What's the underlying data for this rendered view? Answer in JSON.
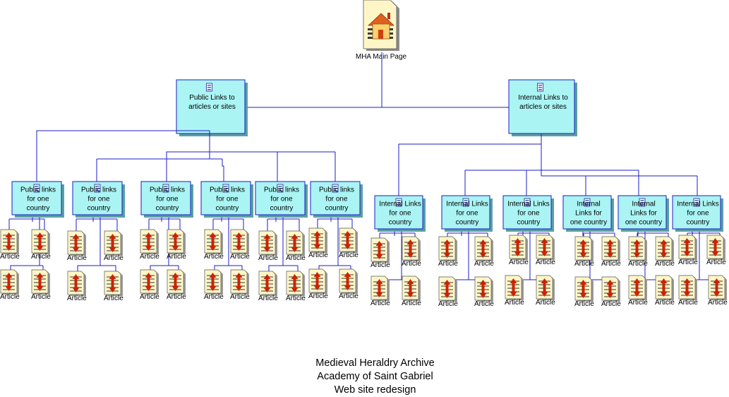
{
  "diagram": {
    "root": {
      "label": "MHA Main Page",
      "icon": "home-document-icon"
    },
    "branches": [
      {
        "lines": [
          "Public Links to",
          "articles or sites"
        ],
        "icon": "document-icon",
        "children": [
          {
            "lines": [
              "Public links",
              "for one",
              "country"
            ],
            "articles": [
              "Article",
              "Article",
              "Article",
              "Article"
            ]
          },
          {
            "lines": [
              "Public links",
              "for one",
              "country"
            ],
            "articles": [
              "Article",
              "Article",
              "Article",
              "Article"
            ]
          },
          {
            "lines": [
              "Public links",
              "for one",
              "country"
            ],
            "articles": [
              "Article",
              "Article",
              "Article",
              "Article"
            ]
          },
          {
            "lines": [
              "Public links",
              "for one",
              "country"
            ],
            "articles": [
              "Article",
              "Article",
              "Article",
              "Article"
            ]
          },
          {
            "lines": [
              "Public links",
              "for one",
              "country"
            ],
            "articles": [
              "Article",
              "Article",
              "Article",
              "Article"
            ]
          },
          {
            "lines": [
              "Public links",
              "for one",
              "country"
            ],
            "articles": [
              "Article",
              "Article",
              "Article",
              "Article"
            ]
          }
        ]
      },
      {
        "lines": [
          "Internal Links to",
          "articles or sites"
        ],
        "icon": "document-icon",
        "children": [
          {
            "lines": [
              "Internal Links",
              "for one",
              "country"
            ],
            "articles": [
              "Article",
              "Article",
              "Article",
              "Article"
            ]
          },
          {
            "lines": [
              "Internal Links",
              "for one",
              "country"
            ],
            "articles": [
              "Article",
              "Article",
              "Article",
              "Article"
            ]
          },
          {
            "lines": [
              "Internal Links",
              "for one",
              "country"
            ],
            "articles": [
              "Article",
              "Article",
              "Article",
              "Article"
            ]
          },
          {
            "lines": [
              "Internal",
              "Links for",
              "one country"
            ],
            "articles": [
              "Article",
              "Article",
              "Article",
              "Article"
            ]
          },
          {
            "lines": [
              "Internal",
              "Links for",
              "one country"
            ],
            "articles": [
              "Article",
              "Article",
              "Article",
              "Article"
            ]
          },
          {
            "lines": [
              "Internal Links",
              "for one",
              "country"
            ],
            "articles": [
              "Article",
              "Article",
              "Article",
              "Article"
            ]
          }
        ]
      }
    ],
    "colors": {
      "box_fill": "#aaf4f4",
      "box_shadow": "#5aa0a0",
      "connector": "#1c1cc8",
      "arrow": "#cc2200"
    }
  },
  "caption": {
    "line1": "Medieval Heraldry Archive",
    "line2": "Academy of Saint Gabriel",
    "line3": "Web site redesign"
  }
}
